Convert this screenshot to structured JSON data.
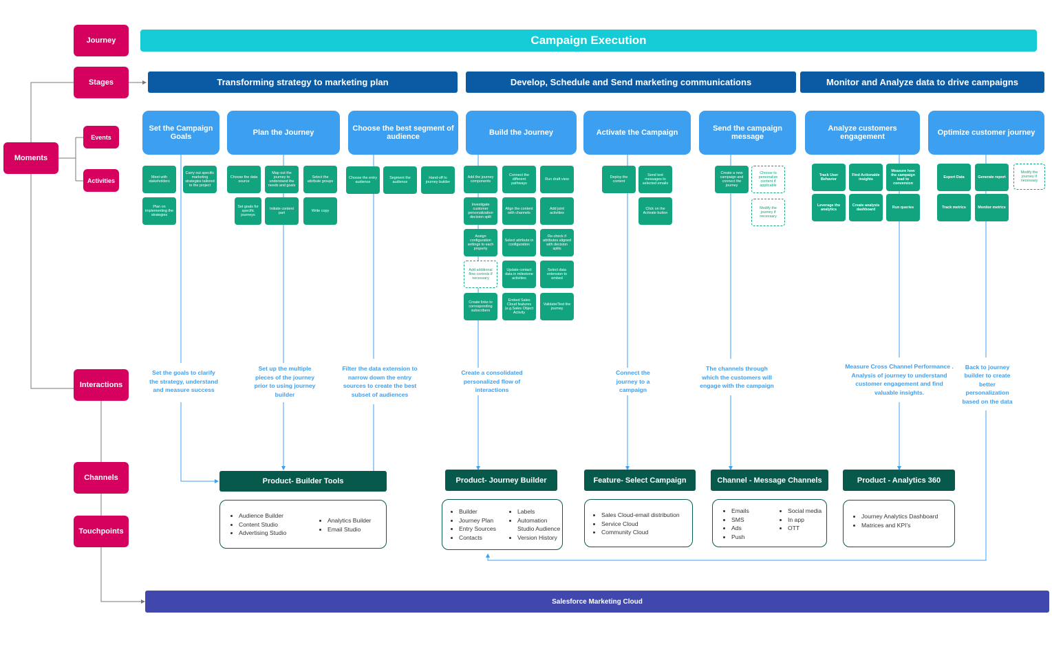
{
  "lane_labels": {
    "journey": "Journey",
    "stages": "Stages",
    "moments": "Moments",
    "events": "Events",
    "activities": "Activities",
    "interactions": "Interactions",
    "channels": "Channels",
    "touchpoints": "Touchpoints"
  },
  "journey_title": "Campaign Execution",
  "stages": [
    "Transforming strategy to marketing plan",
    "Develop, Schedule and Send marketing communications",
    "Monitor and Analyze data to drive campaigns"
  ],
  "events": [
    "Set the Campaign Goals",
    "Plan the Journey",
    "Choose the best segment of audience",
    "Build the Journey",
    "Activate the Campaign",
    "Send the campaign message",
    "Analyze customers engagement",
    "Optimize customer journey"
  ],
  "activities": [
    "Meet with stakeholders",
    "Carry out specific marketing strategies tailored to the project",
    "Plan on implementing the strategies",
    "Choose the data source",
    "Map out the journey to understand the needs and goals",
    "Select the attribute groups",
    "Set goals for specific journeys",
    "Initiate content part",
    "Write copy",
    "Choose the entry audience",
    "Segment the audience",
    "Hand-off to journey builder",
    "Add the journey components",
    "Connect the different pathways",
    "Run draft view",
    "Investigate customer personalization decision split",
    "Align the content with channels",
    "Add joint activities",
    "Assign configuration settings to each property",
    "Select attribute in configuration",
    "Re-check if attributes aligned with decision splits",
    "Add additional flow controls if necessary",
    "Update contact data in milestone activities",
    "Select data extension to embed",
    "Create links to corresponding subscribers",
    "Embed Sales Cloud features (e.g.Sales Object Activity",
    "Validate/Test the journey",
    "Deploy the content",
    "Send text messages to selected emails",
    "Click on the Activate button",
    "Create a new campaign and connect the journey",
    "Choose to personalize content if applicable",
    "Modify the journey if necessary",
    "Track User Behavior",
    "Find Actionable insights",
    "Measure how the campaign lead to conversion",
    "Leverage the analytics",
    "Create analysis dashboard",
    "Run queries",
    "Export Data",
    "Generate report",
    "Modify the journey if necessary",
    "Track metrics",
    "Monitor metrics"
  ],
  "interactions": [
    "Set the goals to clarify the strategy, understand and measure success",
    "Set up the multiple pieces of the journey prior to using journey builder",
    "Filter the data extension to narrow down the entry sources to create the best subset of audiences",
    "Create a consolidated personalized flow of interactions",
    "Connect the journey to a campaign",
    "The channels through which the customers will engage with the campaign",
    "Measure Cross Channel Performance .",
    "Analysis of journey to understand customer engagement and find valuable insights.",
    "Back to journey builder to create better personalization based on the data"
  ],
  "channels": [
    "Product- Builder Tools",
    "Product- Journey Builder",
    "Feature- Select Campaign",
    "Channel - Message Channels",
    "Product - Analytics 360"
  ],
  "touchpoints": [
    "Audience Builder",
    "Content Studio",
    "Advertising Studio",
    "Analytics Builder",
    "Email Studio",
    "Builder",
    "Journey Plan",
    "Entry Sources",
    "Contacts",
    "Labels",
    "Automation",
    "Studio Audience",
    "Version History",
    "Sales Cloud-email distribution",
    "Service Cloud",
    "Community Cloud",
    "Emails",
    "SMS",
    "Ads",
    "Push",
    "Social media",
    "In app",
    "OTT",
    "Journey Analytics Dashboard",
    "Matrices and KPI's"
  ],
  "platform": "Salesforce Marketing Cloud",
  "colors": {
    "label": "#d6005e",
    "banner": "#14cbd6",
    "stage": "#0b5aa4",
    "event": "#3d9ff0",
    "activity": "#12a37f",
    "channel": "#07594b",
    "platform": "#4047ad"
  }
}
